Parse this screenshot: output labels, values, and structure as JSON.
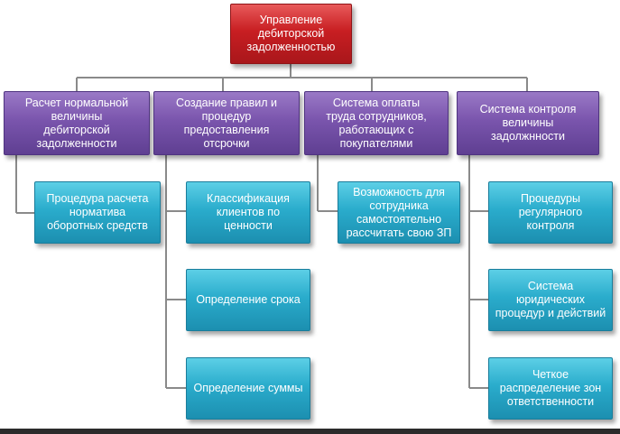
{
  "diagram": {
    "root": {
      "label": "Управление\nдебиторской\nзадолженностью"
    },
    "branches": [
      {
        "label": "Расчет нормальной\nвеличины\nдебиторской\nзадолженности",
        "children": [
          {
            "label": "Процедура расчета\nнорматива\nоборотных средств"
          }
        ]
      },
      {
        "label": "Создание правил и\nпроцедур\nпредоставления\nотсрочки",
        "children": [
          {
            "label": "Классификация\nклиентов по\nценности"
          },
          {
            "label": "Определение срока"
          },
          {
            "label": "Определение суммы"
          }
        ]
      },
      {
        "label": "Система оплаты\nтруда сотрудников,\nработающих с\nпокупателями",
        "children": [
          {
            "label": "Возможность для\nсотрудника\nсамостоятельно\nрассчитать свою ЗП"
          }
        ]
      },
      {
        "label": "Система контроля\nвеличины\nзадолжнности",
        "children": [
          {
            "label": "Процедуры\nрегулярного\nконтроля"
          },
          {
            "label": "Система\nюридических\nпроцедур и действий"
          },
          {
            "label": "Четкое\nраспределение зон\nответственности"
          }
        ]
      }
    ],
    "colors": {
      "root": "#c81e22",
      "branch": "#7a55ad",
      "leaf": "#2aaccc",
      "connector": "#7f7f7f"
    }
  }
}
